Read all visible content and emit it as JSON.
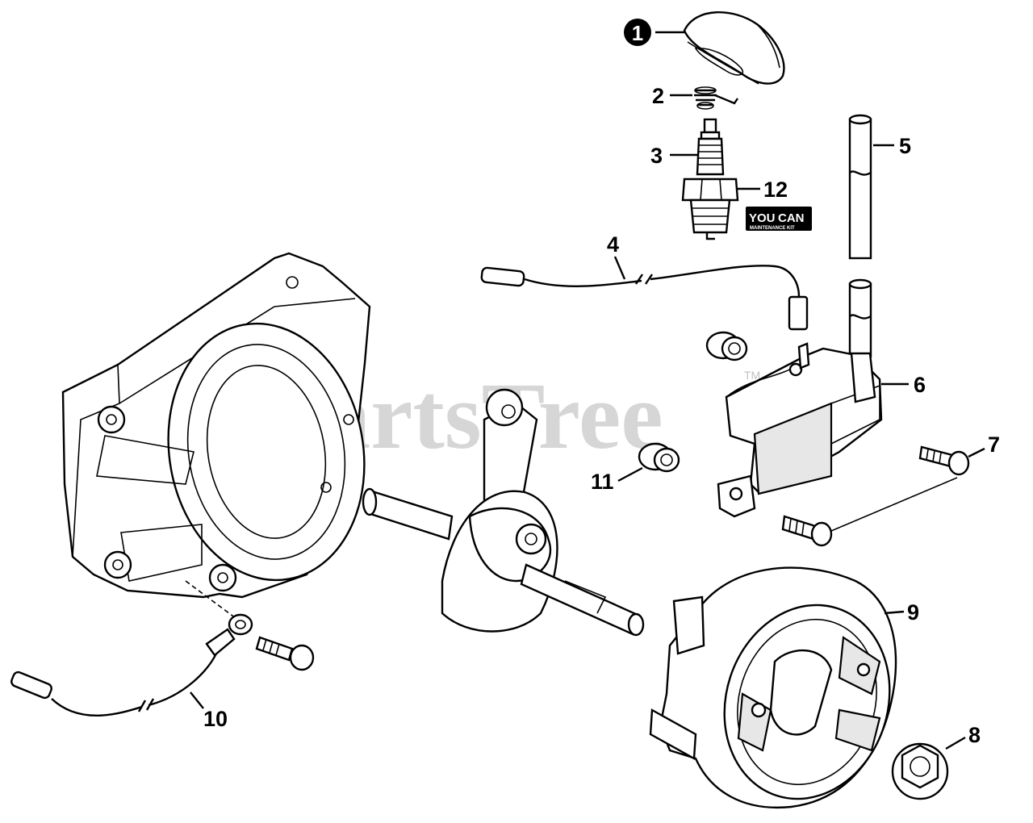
{
  "watermark": {
    "text": "PartsTree",
    "tm": "TM"
  },
  "badge": {
    "line1a": "YOU",
    "line1b": "CAN",
    "line2": "MAINTENANCE KIT",
    "accent_color": "#000000"
  },
  "callouts": [
    {
      "id": "1",
      "part": "spark-plug-boot",
      "highlighted": true
    },
    {
      "id": "2",
      "part": "spring"
    },
    {
      "id": "3",
      "part": "spark-plug"
    },
    {
      "id": "4",
      "part": "stop-wire"
    },
    {
      "id": "5",
      "part": "ignition-lead"
    },
    {
      "id": "6",
      "part": "ignition-coil"
    },
    {
      "id": "7",
      "part": "bolt"
    },
    {
      "id": "8",
      "part": "flange-nut"
    },
    {
      "id": "9",
      "part": "flywheel"
    },
    {
      "id": "10",
      "part": "ground-wire"
    },
    {
      "id": "11",
      "part": "grommet"
    },
    {
      "id": "12",
      "part": "maintenance-kit-marker"
    }
  ]
}
